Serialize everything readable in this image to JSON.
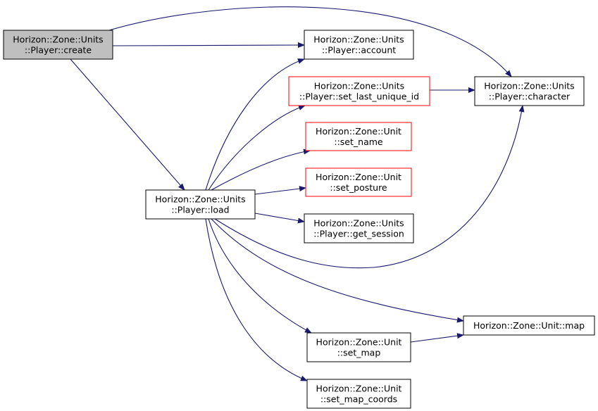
{
  "colors": {
    "edge": "#191970",
    "root_fill": "#bfbfbf",
    "node_fill": "#ffffff",
    "node_border": "#000000",
    "node_border_red": "#ff0000"
  },
  "nodes": [
    {
      "id": "create",
      "lines": [
        "Horizon::Zone::Units",
        "::Player::create"
      ],
      "style": "root"
    },
    {
      "id": "account",
      "lines": [
        "Horizon::Zone::Units",
        "::Player::account"
      ],
      "style": "normal"
    },
    {
      "id": "set_last_unique_id",
      "lines": [
        "Horizon::Zone::Units",
        "::Player::set_last_unique_id"
      ],
      "style": "red"
    },
    {
      "id": "character",
      "lines": [
        "Horizon::Zone::Units",
        "::Player::character"
      ],
      "style": "normal"
    },
    {
      "id": "set_name",
      "lines": [
        "Horizon::Zone::Unit",
        "::set_name"
      ],
      "style": "red"
    },
    {
      "id": "set_posture",
      "lines": [
        "Horizon::Zone::Unit",
        "::set_posture"
      ],
      "style": "red"
    },
    {
      "id": "load",
      "lines": [
        "Horizon::Zone::Units",
        "::Player::load"
      ],
      "style": "normal"
    },
    {
      "id": "get_session",
      "lines": [
        "Horizon::Zone::Units",
        "::Player::get_session"
      ],
      "style": "normal"
    },
    {
      "id": "map",
      "lines": [
        "Horizon::Zone::Unit::map"
      ],
      "style": "normal"
    },
    {
      "id": "set_map",
      "lines": [
        "Horizon::Zone::Unit",
        "::set_map"
      ],
      "style": "normal"
    },
    {
      "id": "set_map_coords",
      "lines": [
        "Horizon::Zone::Unit",
        "::set_map_coords"
      ],
      "style": "normal"
    }
  ],
  "edges": [
    {
      "from": "create",
      "to": "account"
    },
    {
      "from": "create",
      "to": "character"
    },
    {
      "from": "create",
      "to": "load"
    },
    {
      "from": "set_last_unique_id",
      "to": "character"
    },
    {
      "from": "load",
      "to": "account"
    },
    {
      "from": "load",
      "to": "set_last_unique_id"
    },
    {
      "from": "load",
      "to": "set_name"
    },
    {
      "from": "load",
      "to": "set_posture"
    },
    {
      "from": "load",
      "to": "get_session"
    },
    {
      "from": "load",
      "to": "character"
    },
    {
      "from": "load",
      "to": "map"
    },
    {
      "from": "load",
      "to": "set_map"
    },
    {
      "from": "load",
      "to": "set_map_coords"
    },
    {
      "from": "set_map",
      "to": "map"
    }
  ]
}
